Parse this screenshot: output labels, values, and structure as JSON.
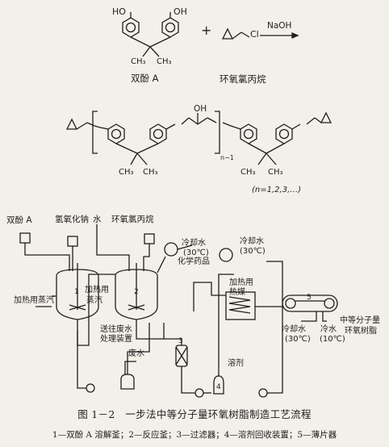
{
  "reaction": {
    "reactant1_oh_left": "HO",
    "reactant1_oh_right": "OH",
    "reactant1_me1": "CH₃",
    "reactant1_me2": "CH₃",
    "reactant1_name": "双酚 A",
    "plus": "+",
    "reactant2_cl": "Cl",
    "reactant2_name": "环氧氯丙烷",
    "catalyst": "NaOH"
  },
  "product": {
    "oh": "OH",
    "me1": "CH₃",
    "me2": "CH₃",
    "me3": "CH₃",
    "me4": "CH₃",
    "repeat_n": "n−1",
    "n_note": "(n=1,2,3,…)"
  },
  "process": {
    "feed_bpa": "双酚 A",
    "feed_naoh": "氢氧化钠",
    "feed_water": "水",
    "feed_ech": "环氧氯丙烷",
    "cool_water_1": "冷却水",
    "cool_water_1_temp": "(30℃)",
    "cool_water_2": "冷却水",
    "cool_water_2_temp": "(30℃)",
    "chemicals": "化学药品",
    "heat_steam_1": "加热用蒸汽",
    "heat_steam_2a": "加热用",
    "heat_steam_2b": "蒸汽",
    "heat_steam_3a": "加热用",
    "heat_steam_3b": "热媒",
    "waste_water_a": "送往废水",
    "waste_water_b": "处理装置",
    "waste_water": "废水",
    "solvent": "溶剂",
    "cool_water_3": "冷却水",
    "cool_water_3_temp": "(30℃)",
    "cool_water_4": "冷水",
    "cool_water_4_temp": "(10℃)",
    "product_a": "中等分子量",
    "product_b": "环氧树脂",
    "num1": "1",
    "num2": "2",
    "num3": "3",
    "num4": "4",
    "num5": "5"
  },
  "caption": {
    "title": "图 1－2　一步法中等分子量环氧树脂制造工艺流程",
    "legend": "1—双酚 A 溶解釜；2—反应釜；3—过滤器；4—溶剂回收装置；5—薄片器"
  }
}
